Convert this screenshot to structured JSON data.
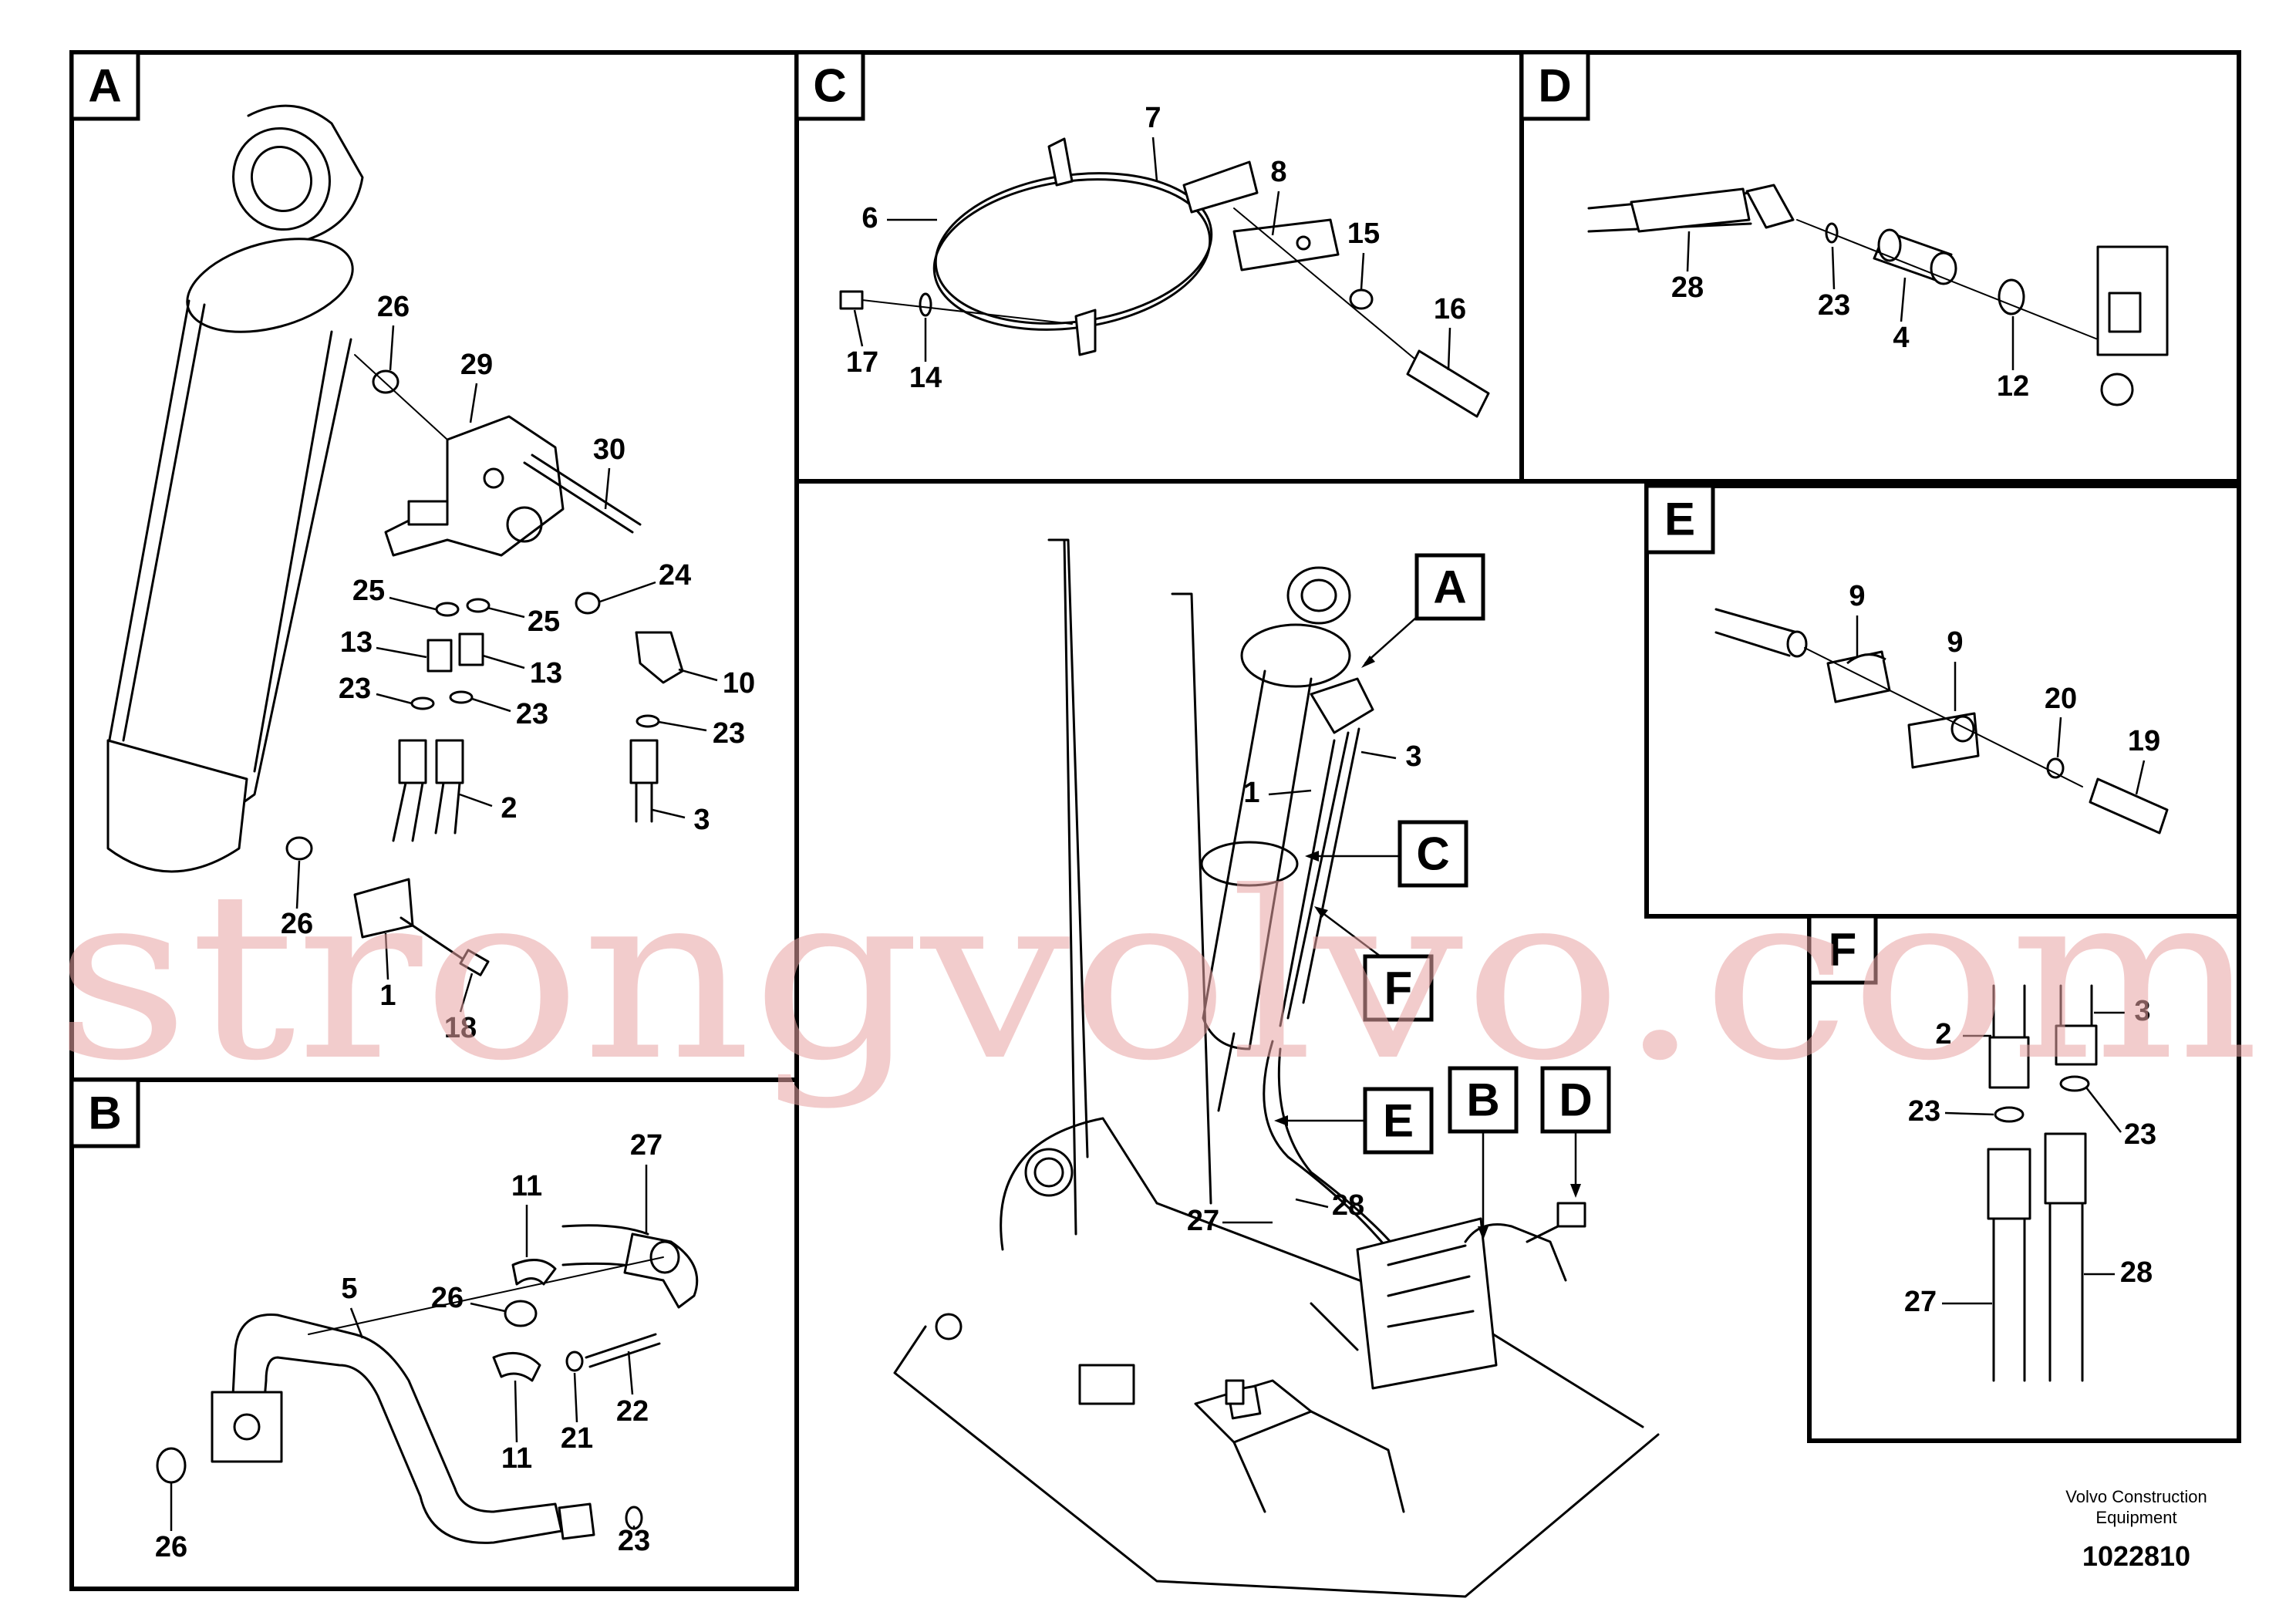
{
  "panels": {
    "A": {
      "tag": "A",
      "callouts": [
        "26",
        "29",
        "30",
        "24",
        "25",
        "25",
        "13",
        "13",
        "10",
        "23",
        "23",
        "23",
        "2",
        "3",
        "26",
        "1",
        "18"
      ]
    },
    "B": {
      "tag": "B",
      "callouts": [
        "27",
        "11",
        "26",
        "5",
        "11",
        "21",
        "22",
        "26",
        "23"
      ]
    },
    "C": {
      "tag": "C",
      "callouts": [
        "7",
        "8",
        "6",
        "15",
        "16",
        "17",
        "14"
      ]
    },
    "D": {
      "tag": "D",
      "callouts": [
        "28",
        "23",
        "4",
        "12"
      ]
    },
    "E": {
      "tag": "E",
      "callouts": [
        "9",
        "9",
        "20",
        "19"
      ]
    },
    "F": {
      "tag": "F",
      "callouts": [
        "2",
        "3",
        "23",
        "23",
        "27",
        "28"
      ]
    },
    "overview": {
      "tags": [
        "A",
        "C",
        "F",
        "B",
        "D",
        "E"
      ],
      "callouts": [
        "3",
        "1",
        "27",
        "28"
      ]
    }
  },
  "watermark": "strongvolvo.com",
  "footer": {
    "company_line1": "Volvo Construction",
    "company_line2": "Equipment",
    "drawing_number": "1022810"
  }
}
